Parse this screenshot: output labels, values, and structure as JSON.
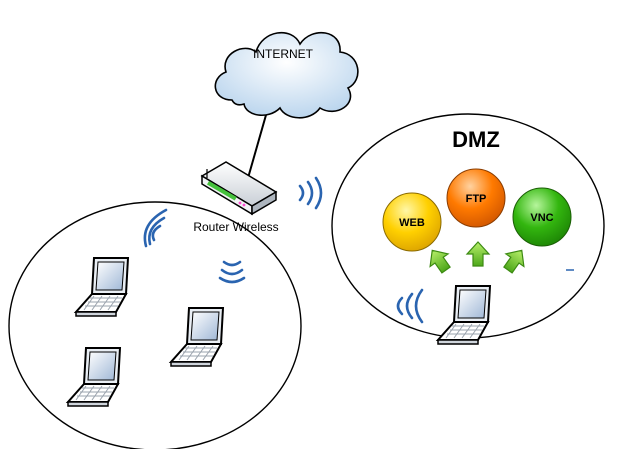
{
  "labels": {
    "internet": "INTERNET",
    "router": "Router Wireless",
    "dmz": "DMZ"
  },
  "services": {
    "web": "WEB",
    "ftp": "FTP",
    "vnc": "VNC"
  },
  "colors": {
    "cloud_fill": "#dbeaf7",
    "web": "#ffd000",
    "ftp": "#ff7a00",
    "vnc": "#33b60f",
    "arrow": "#7fd12a",
    "wifi": "#2a64b0"
  }
}
